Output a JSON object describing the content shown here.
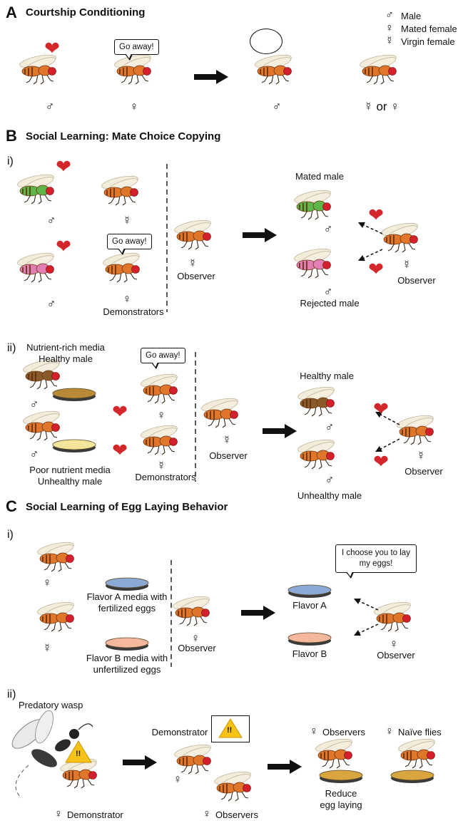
{
  "panels": {
    "A": {
      "letter": "A",
      "title": "Courtship Conditioning"
    },
    "B": {
      "letter": "B",
      "title": "Social Learning: Mate Choice Copying"
    },
    "C": {
      "letter": "C",
      "title": "Social Learning of Egg Laying Behavior"
    }
  },
  "legend": {
    "male": "Male",
    "mated_female": "Mated female",
    "virgin_female": "Virgin female"
  },
  "symbols": {
    "male": "♂",
    "female": "♀",
    "virgin": "☿",
    "virgin_or_female": "☿ or ♀"
  },
  "bubbles": {
    "go_away": "Go away!",
    "choose": "I choose you to lay my eggs!"
  },
  "sub": {
    "i": "i)",
    "ii": "ii)"
  },
  "Bi": {
    "demonstrators": "Demonstrators",
    "observer": "Observer",
    "mated_male": "Mated male",
    "rejected_male": "Rejected male",
    "observer_right": "Observer"
  },
  "Bii": {
    "rich_1": "Nutrient-rich media",
    "rich_2": "Healthy male",
    "poor_1": "Poor nutrient media",
    "poor_2": "Unhealthy male",
    "demonstrators": "Demonstrators",
    "observer": "Observer",
    "healthy_male": "Healthy male",
    "unhealthy_male": "Unhealthy male",
    "observer_right": "Observer"
  },
  "Ci": {
    "flavorA_1": "Flavor A media with",
    "flavorA_2": "fertilized eggs",
    "flavorB_1": "Flavor B media with",
    "flavorB_2": "unfertilized eggs",
    "observer": "Observer",
    "flavorA": "Flavor A",
    "flavorB": "Flavor B",
    "observer_right": "Observer"
  },
  "Cii": {
    "wasp": "Predatory wasp",
    "demonstrator": "Demonstrator",
    "demonstrator_label": "Demonstrator",
    "observers_bottom": "Observers",
    "observers": "Observers",
    "naive": "Naïve flies",
    "reduce_1": "Reduce",
    "reduce_2": "egg laying",
    "warning": "!!"
  },
  "colors": {
    "heart": "#d3272c",
    "fly_body": "#e0762a",
    "fly_eye": "#d4202a",
    "green_fly": "#5fb648",
    "pink_fly": "#e27fb4",
    "dish_brown": "#b88a37",
    "dish_yellow": "#f4e59a",
    "dish_blue": "#8aa9d4",
    "dish_pink": "#f6b89d",
    "warning": "#f7c316"
  }
}
